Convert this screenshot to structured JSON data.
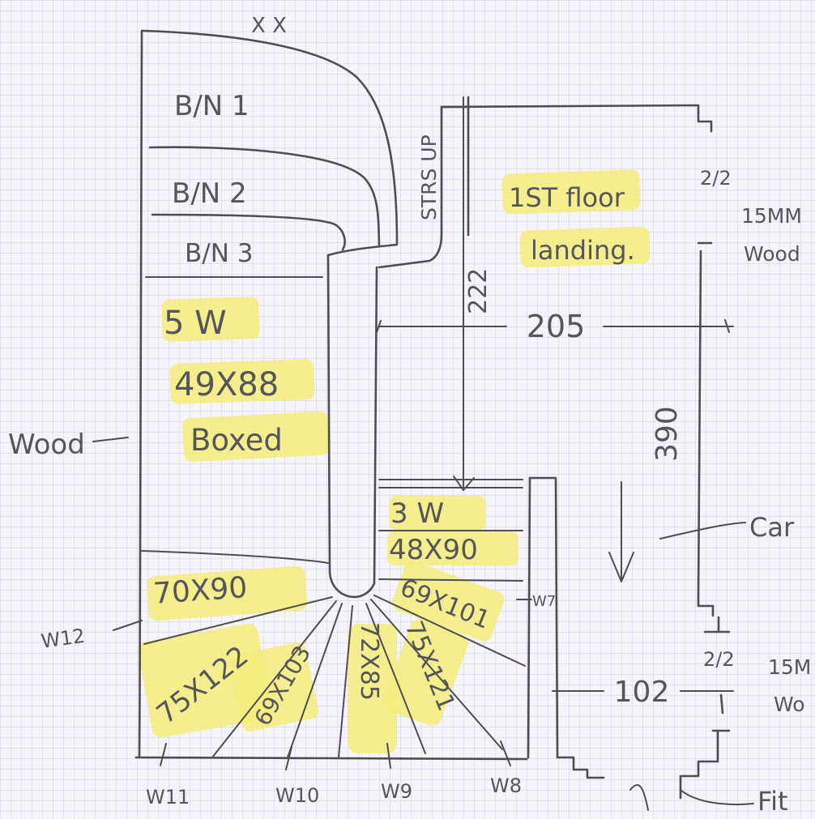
{
  "treads_left": {
    "bn1": "B/N 1",
    "bn2": "B/N 2",
    "bn3": "B/N 3",
    "five_w": "5 W",
    "size_49x88": "49X88",
    "boxed": "Boxed",
    "wood_note": "Wood"
  },
  "winders_bottom": {
    "t70x90": "70X90",
    "t75x122": "75X122",
    "t69x103": "69X103",
    "t72x85": "72X85",
    "t75x121": "75X121",
    "t69x101": "69X101",
    "w12": "W12",
    "w11": "W11",
    "w10": "W10",
    "w9": "W9",
    "w8": "W8",
    "w7": "W7"
  },
  "right_flight": {
    "three_w": "3 W",
    "size_48x90": "48X90"
  },
  "stairs_up": "STRS UP",
  "landing": {
    "line1": "1ST floor",
    "line2": "landing."
  },
  "dimensions": {
    "d222": "222",
    "d205": "205",
    "d390": "390",
    "d102": "102"
  },
  "right_notes": {
    "ratio_top": "2/2",
    "mm_top": "15MM",
    "wood_top": "Wood",
    "carpet": "Car",
    "ratio_bottom": "2/2",
    "mm_bottom": "15M",
    "wood_bottom": "Wo",
    "fit": "Fit"
  },
  "crosses": "X X"
}
